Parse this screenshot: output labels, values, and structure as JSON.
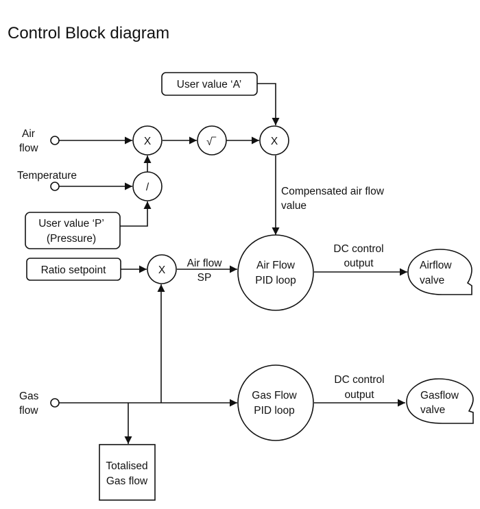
{
  "title": "Control Block diagram",
  "inputs": {
    "air_flow": [
      "Air",
      "flow"
    ],
    "temperature": "Temperature",
    "gas_flow": [
      "Gas",
      "flow"
    ]
  },
  "blocks": {
    "user_value_a": "User value ‘A’",
    "user_value_p": [
      "User value ‘P’",
      "(Pressure)"
    ],
    "ratio_setpoint": "Ratio setpoint",
    "totalised_gas_flow": [
      "Totalised",
      "Gas flow"
    ]
  },
  "operators": {
    "multiply_1": "X",
    "divide": "/",
    "sqrt": "√‾",
    "multiply_2": "X",
    "multiply_3": "X"
  },
  "pid": {
    "air": [
      "Air Flow",
      "PID loop"
    ],
    "gas": [
      "Gas Flow",
      "PID loop"
    ]
  },
  "valves": {
    "air": [
      "Airflow",
      "valve"
    ],
    "gas": [
      "Gasflow",
      "valve"
    ]
  },
  "annotations": {
    "compensated": [
      "Compensated air flow",
      "value"
    ],
    "air_flow_sp": [
      "Air flow",
      "SP"
    ],
    "dc_output_air": [
      "DC control",
      "output"
    ],
    "dc_output_gas": [
      "DC control",
      "output"
    ]
  }
}
